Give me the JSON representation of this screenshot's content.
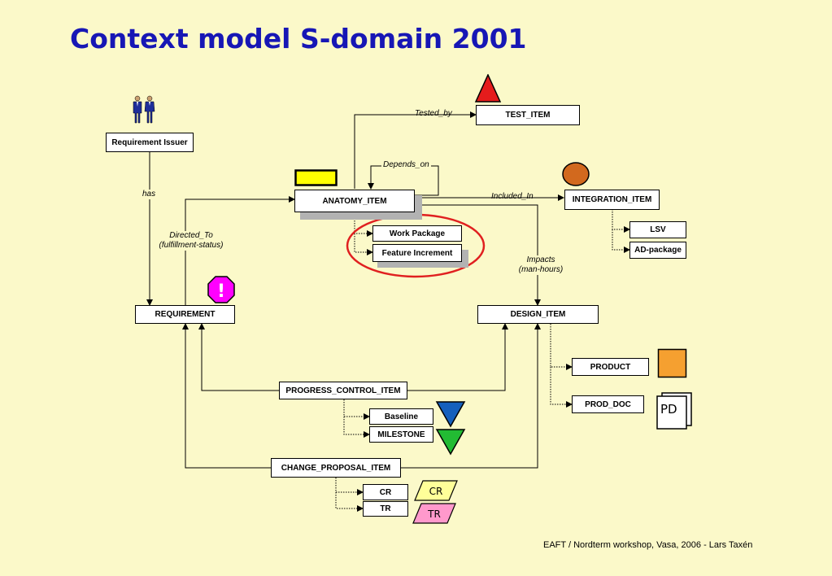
{
  "title": "Context model S-domain 2001",
  "boxes": {
    "test_item": "TEST_ITEM",
    "requirement_issuer": "Requirement Issuer",
    "anatomy_item": "ANATOMY_ITEM",
    "integration_item": "INTEGRATION_ITEM",
    "work_package": "Work Package",
    "feature_increment": "Feature Increment",
    "lsv": "LSV",
    "ad_package": "AD-package",
    "requirement": "REQUIREMENT",
    "design_item": "DESIGN_ITEM",
    "product": "PRODUCT",
    "prod_doc": "PROD_DOC",
    "progress_control_item": "PROGRESS_CONTROL_ITEM",
    "baseline": "Baseline",
    "milestone": "MILESTONE",
    "change_proposal_item": "CHANGE_PROPOSAL_ITEM",
    "cr": "CR",
    "tr": "TR"
  },
  "relations": {
    "tested_by": "Tested_by",
    "depends_on": "Depends_on",
    "included_in": "Included_In",
    "has": "has",
    "directed_to_1": "Directed_To",
    "directed_to_2": "(fulfillment-status)",
    "impacts_1": "Impacts",
    "impacts_2": "(man-hours)"
  },
  "icons": {
    "pd_label": "PD",
    "cr_label": "CR",
    "tr_label": "TR",
    "warning_symbol": "!"
  },
  "colors": {
    "title": "#1717b5",
    "background": "#fbf9c9",
    "highlight_ellipse": "#e02020",
    "test_triangle": "#e51c1c",
    "anatomy_rect": "#ffff00",
    "integration_circle": "#d2691e",
    "requirement_octagon": "#ff00ff",
    "product_square": "#f5a030",
    "baseline_triangle": "#1560bd",
    "milestone_triangle": "#22bb33",
    "cr_parallelogram": "#ffff99",
    "tr_parallelogram": "#ff99cc"
  },
  "footer": "EAFT / Nordterm workshop, Vasa, 2006 - Lars Taxén"
}
